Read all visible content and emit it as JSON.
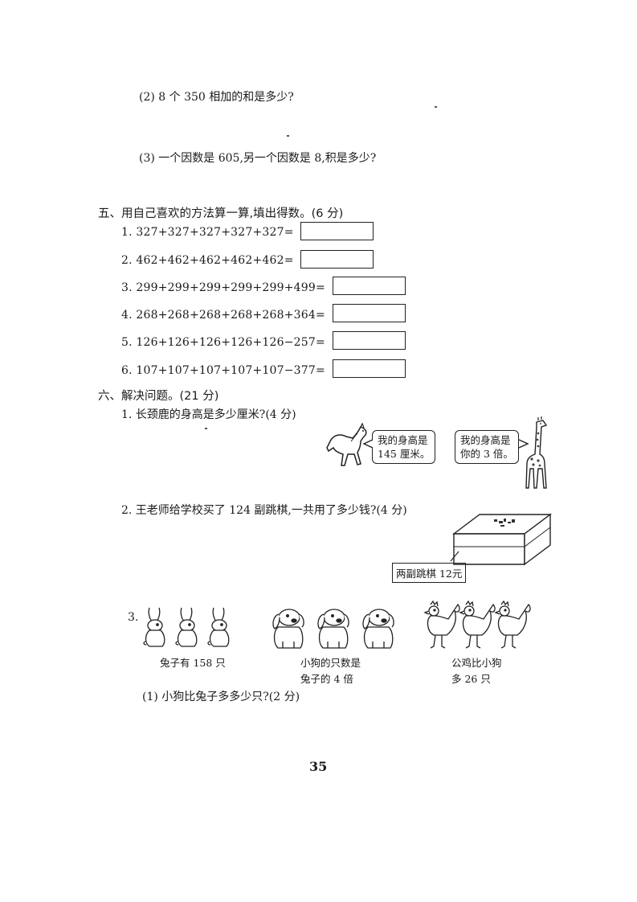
{
  "section4_items": [
    "(2) 8 个 350 相加的和是多少?",
    "(3) 一个因数是 605,另一个因数是 8,积是多少?"
  ],
  "section5": {
    "heading": "五、用自己喜欢的方法算一算,填出得数。(6 分)",
    "items": [
      "1. 327+327+327+327+327=",
      "2. 462+462+462+462+462=",
      "3. 299+299+299+299+299+499=",
      "4. 268+268+268+268+268+364=",
      "5. 126+126+126+126+126−257=",
      "6. 107+107+107+107+107−377="
    ]
  },
  "section6": {
    "heading": "六、解决问题。(21 分)",
    "q1": {
      "text": "1. 长颈鹿的身高是多少厘米?(4 分)",
      "horse_bubble": [
        "我的身高是",
        "145 厘米。"
      ],
      "giraffe_bubble": [
        "我的身高是",
        "你的 3 倍。"
      ]
    },
    "q2": {
      "text": "2. 王老师给学校买了 124 副跳棋,一共用了多少钱?(4 分)",
      "price_label": "两副跳棋 12元"
    },
    "q3": {
      "number": "3.",
      "rabbit_caption": "兔子有 158 只",
      "dog_caption": [
        "小狗的只数是",
        "兔子的 4 倍"
      ],
      "rooster_caption": [
        "公鸡比小狗",
        "多 26 只"
      ],
      "sub1": "(1) 小狗比兔子多多少只?(2 分)"
    }
  },
  "page_number": "35"
}
